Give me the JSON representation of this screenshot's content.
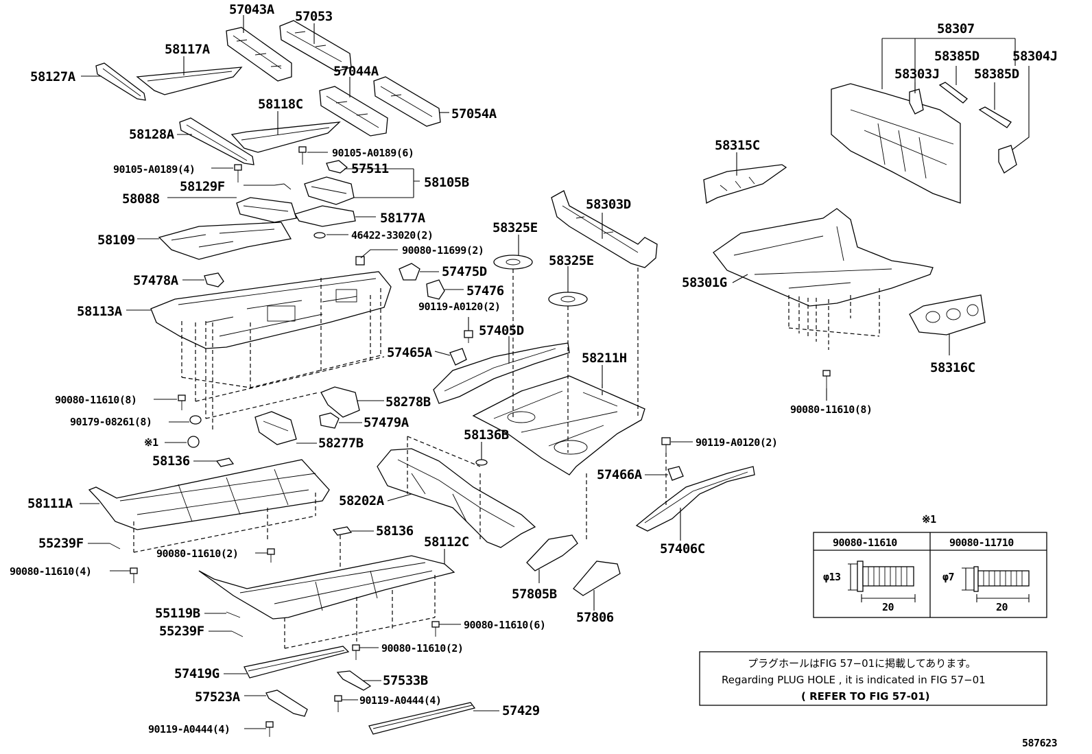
{
  "labels": {
    "p57043A": "57043A",
    "p57053": "57053",
    "p58117A": "58117A",
    "p58127A": "58127A",
    "p57044A": "57044A",
    "p58118C": "58118C",
    "p57054A": "57054A",
    "p58128A": "58128A",
    "p90105_6": "90105-A0189(6)",
    "p90105_4": "90105-A0189(4)",
    "p57511": "57511",
    "p58105B": "58105B",
    "p58129F": "58129F",
    "p58088": "58088",
    "p58177A": "58177A",
    "p58109": "58109",
    "p46422": "46422-33020(2)",
    "p90080_11699": "90080-11699(2)",
    "p57478A": "57478A",
    "p57475D": "57475D",
    "p57476": "57476",
    "p58113A": "58113A",
    "p90119_A0120_L": "90119-A0120(2)",
    "p57405D": "57405D",
    "p57465A": "57465A",
    "p90080_11610_8": "90080-11610(8)",
    "p58278B": "58278B",
    "p90179": "90179-08261(8)",
    "p57479A": "57479A",
    "p_mark1": "※1",
    "p58277B": "58277B",
    "p58136_top": "58136",
    "p58111A": "58111A",
    "p55239F_top": "55239F",
    "p90080_11610_2a": "90080-11610(2)",
    "p90080_11610_4": "90080-11610(4)",
    "p58136_mid": "58136",
    "p58112C": "58112C",
    "p55119B": "55119B",
    "p55239F_bot": "55239F",
    "p90080_11610_6": "90080-11610(6)",
    "p90080_11610_2b": "90080-11610(2)",
    "p57419G": "57419G",
    "p57533B": "57533B",
    "p57523A": "57523A",
    "p90119_A0444_a": "90119-A0444(4)",
    "p57429": "57429",
    "p90119_A0444_b": "90119-A0444(4)",
    "p58202A": "58202A",
    "p58136B": "58136B",
    "p58211H": "58211H",
    "p58303D": "58303D",
    "p58325E_a": "58325E",
    "p58325E_b": "58325E",
    "p57805B": "57805B",
    "p57806": "57806",
    "p57466A": "57466A",
    "p90119_A0120_R": "90119-A0120(2)",
    "p57406C": "57406C",
    "p58307": "58307",
    "p58385D_a": "58385D",
    "p58304J": "58304J",
    "p58303J": "58303J",
    "p58385D_b": "58385D",
    "p58315C": "58315C",
    "p58301G": "58301G",
    "p58316C": "58316C",
    "p90080_11610_8R": "90080-11610(8)"
  },
  "fastener_table": {
    "title_mark": "※1",
    "col1_header": "90080-11610",
    "col2_header": "90080-11710",
    "col1_dia": "φ13",
    "col1_len": "20",
    "col2_dia": "φ7",
    "col2_len": "20"
  },
  "note": {
    "line1": "プラグホールはFIG 57−01に掲載してあります。",
    "line2": "Regarding  PLUG  HOLE , it is indicated in FIG  57−01",
    "line3": "( REFER  TO  FIG  57-01)"
  },
  "figure_number": "587623"
}
